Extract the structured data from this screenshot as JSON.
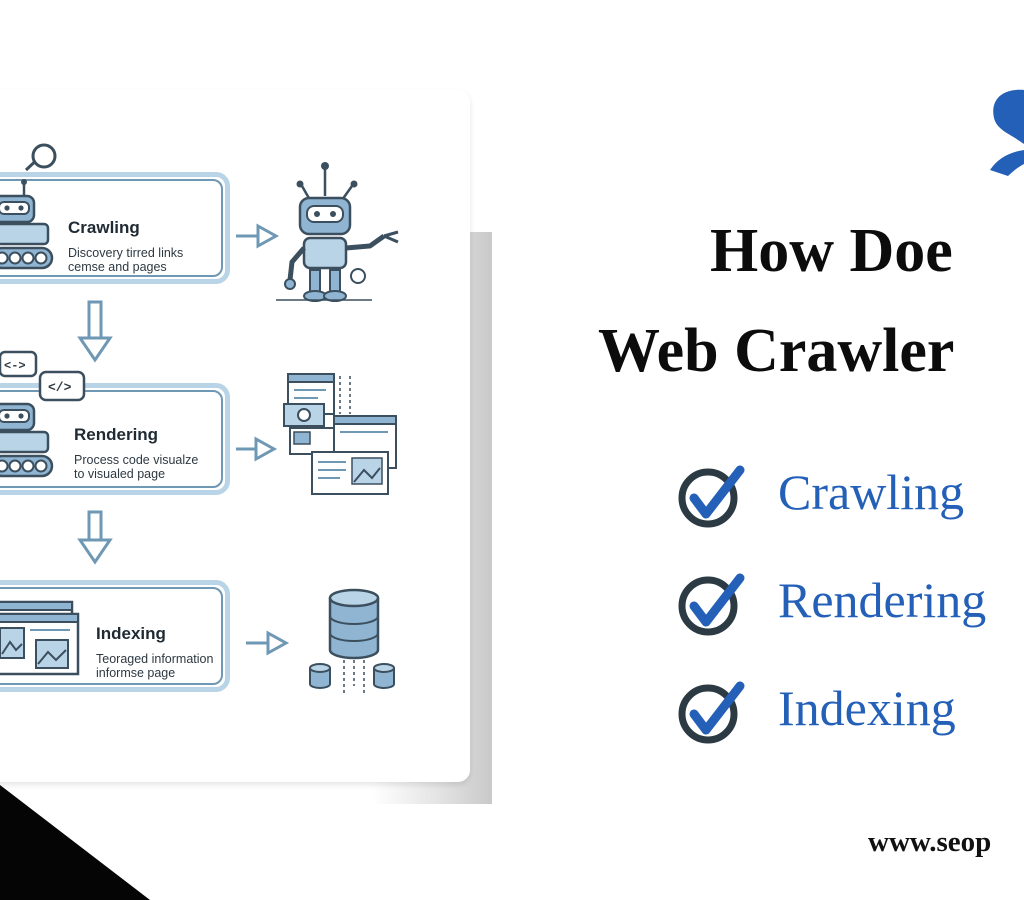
{
  "colors": {
    "accent_blue": "#2460b8",
    "diagram_light": "#b9d4e6",
    "diagram_dark": "#6f98b5",
    "icon_fill": "#8fb5d2",
    "check_ring": "#2c3a44"
  },
  "diagram": {
    "stages": [
      {
        "title": "Crawling",
        "desc_lines": [
          "Discovery tirred links",
          "cemse and pages"
        ],
        "left_icon": "crawler-robot-icon",
        "right_icon": "robot-icon"
      },
      {
        "title": "Rendering",
        "desc_lines": [
          "Process code visualze",
          "to visualed page"
        ],
        "left_icon": "code-robot-icon",
        "right_icon": "webpage-layout-icon",
        "code_tags": [
          "<->",
          "</>"
        ]
      },
      {
        "title": "Indexing",
        "desc_lines": [
          "Teoraged information",
          "informse page"
        ],
        "left_icon": "browser-window-icon",
        "right_icon": "database-icon"
      }
    ]
  },
  "headline": {
    "line1": "How Doe",
    "line2": "Web Crawler"
  },
  "checklist": [
    {
      "label": "Crawling",
      "icon": "check-circle-icon"
    },
    {
      "label": "Rendering",
      "icon": "check-circle-icon"
    },
    {
      "label": "Indexing",
      "icon": "check-circle-icon"
    }
  ],
  "logo": {
    "icon": "brand-logo-icon"
  },
  "website": "www.seop"
}
